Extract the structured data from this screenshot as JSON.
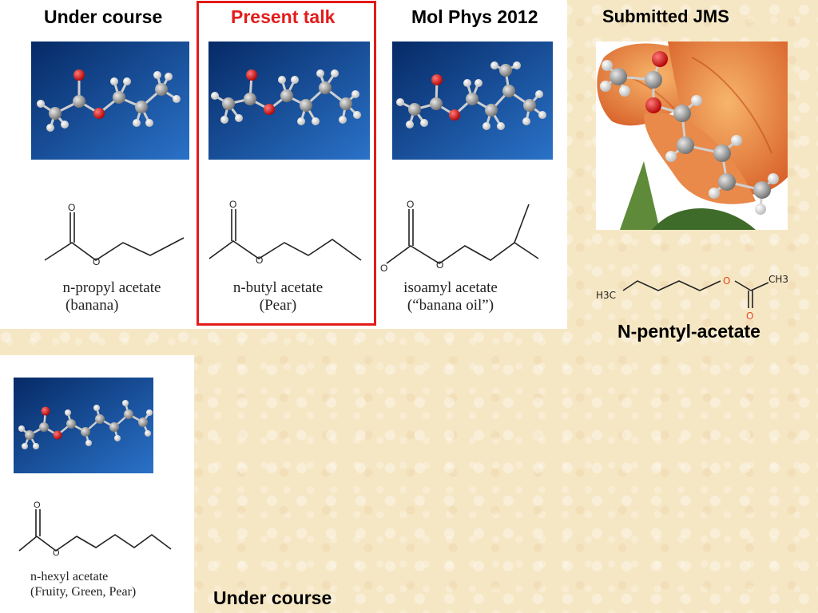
{
  "labels": {
    "under_course_top": "Under course",
    "present_talk": "Present talk",
    "mol_phys": "Mol Phys 2012",
    "submitted_jms": "Submitted JMS",
    "under_course_bottom": "Under course",
    "n_pentyl": "N-pentyl-acetate"
  },
  "molecules": [
    {
      "name": "n-propyl acetate",
      "note": "(banana)"
    },
    {
      "name": "n-butyl acetate",
      "note": "(Pear)"
    },
    {
      "name": "isoamyl acetate",
      "note": "(“banana oil”)"
    },
    {
      "name": "n-hexyl acetate",
      "note": "(Fruity, Green, Pear)"
    }
  ],
  "structure_atoms": {
    "o": "O",
    "h3c": "H3C",
    "ch3": "CH3"
  },
  "colors": {
    "highlight": "#e31b1b",
    "model_bg_dark": "#062a66",
    "model_bg_light": "#2a72c8",
    "oxygen": "#d81818",
    "carbon": "#9a9a9a",
    "hydrogen": "#f0f0f0"
  }
}
